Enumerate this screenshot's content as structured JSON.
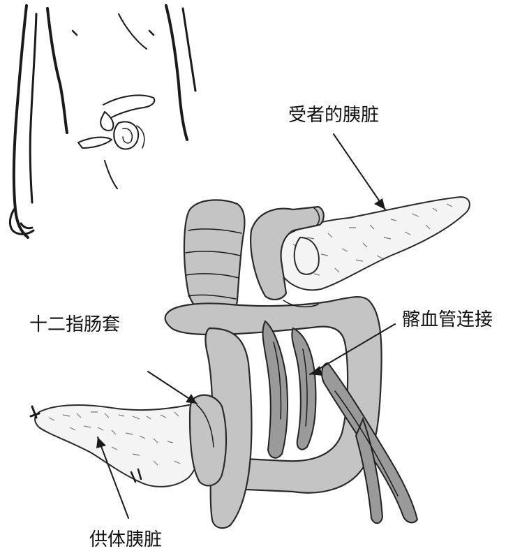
{
  "labels": {
    "recipient_pancreas": "受者的胰脏",
    "iliac_anastomosis": "髂血管连接",
    "duodenal_cuff": "十二指肠套",
    "donor_pancreas": "供体胰脏"
  }
}
